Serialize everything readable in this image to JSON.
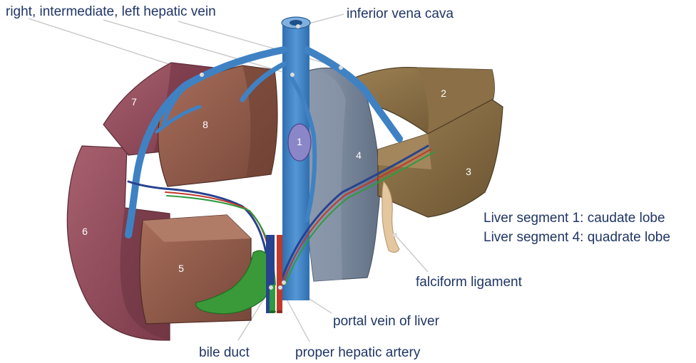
{
  "labels": {
    "hepatic_veins": "right, intermediate, left hepatic vein",
    "ivc": "inferior vena cava",
    "caudate": "Liver segment 1: caudate lobe",
    "quadrate": "Liver segment 4: quadrate lobe",
    "falciform": "falciform ligament",
    "portal_vein": "portal vein of liver",
    "bile_duct": "bile duct",
    "hepatic_artery": "proper hepatic artery"
  },
  "segments": [
    "1",
    "2",
    "3",
    "4",
    "5",
    "6",
    "7",
    "8"
  ],
  "colors": {
    "label_text": "#1f3566",
    "leader_line": "#bdbdbd",
    "vein": "#3d7fc1",
    "vein_dark": "#2a5f99",
    "segment_red": "#8e4656",
    "segment_brown": "#8a5a48",
    "segment_olive": "#7a6440",
    "segment_grey": "#5f6f84",
    "caudate": "#8b86c8",
    "gallbladder": "#3a9a3a",
    "artery": "#c0392b",
    "portal": "#27428f",
    "falciform": "#e4c79e"
  }
}
